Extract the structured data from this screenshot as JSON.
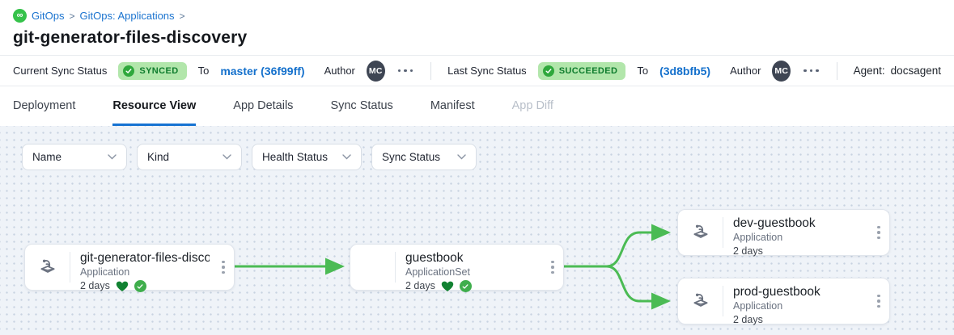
{
  "breadcrumb": {
    "app": "GitOps",
    "sep1": ">",
    "section": "GitOps: Applications",
    "sep2": ">",
    "logo_glyph": "∞"
  },
  "page": {
    "title": "git-generator-files-discovery"
  },
  "status": {
    "current": {
      "label": "Current Sync Status",
      "badge": "SYNCED",
      "to": "To",
      "revision": "master (36f99ff)",
      "author_label": "Author",
      "initials": "MC"
    },
    "last": {
      "label": "Last Sync Status",
      "badge": "SUCCEEDED",
      "to": "To",
      "revision": "(3d8bfb5)",
      "author_label": "Author",
      "initials": "MC"
    },
    "agent_label": "Agent:",
    "agent_value": "docsagent"
  },
  "tabs": [
    {
      "label": "Deployment"
    },
    {
      "label": "Resource View"
    },
    {
      "label": "App Details"
    },
    {
      "label": "Sync Status"
    },
    {
      "label": "Manifest"
    },
    {
      "label": "App Diff"
    }
  ],
  "filters": [
    {
      "label": "Name"
    },
    {
      "label": "Kind"
    },
    {
      "label": "Health Status"
    },
    {
      "label": "Sync Status"
    }
  ],
  "graph": {
    "nodes": [
      {
        "title": "git-generator-files-disco...",
        "kind": "Application",
        "age": "2 days"
      },
      {
        "title": "guestbook",
        "kind": "ApplicationSet",
        "age": "2 days"
      },
      {
        "title": "dev-guestbook",
        "kind": "Application",
        "age": "2 days"
      },
      {
        "title": "prod-guestbook",
        "kind": "Application",
        "age": "2 days"
      }
    ]
  },
  "colors": {
    "accent_blue": "#1673d2",
    "link_blue": "#1470cc",
    "badge_bg": "#b2e6ab",
    "badge_text": "#0e7c2d",
    "edge_green": "#4bbb54",
    "heart_green": "#128232",
    "avatar_bg": "#3e4553"
  }
}
